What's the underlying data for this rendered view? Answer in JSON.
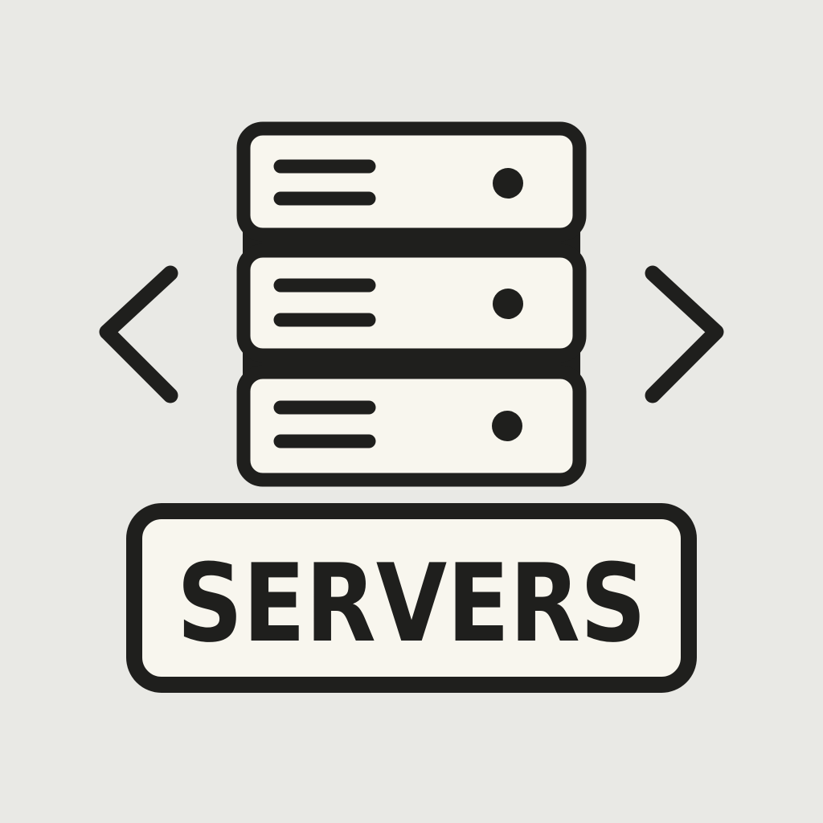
{
  "label": {
    "text": "SERVERS"
  },
  "icons": {
    "server_stack": "server-stack-icon",
    "prev": "chevron-left-icon",
    "next": "chevron-right-icon"
  },
  "server_units": [
    {
      "id": "server-unit-1"
    },
    {
      "id": "server-unit-2"
    },
    {
      "id": "server-unit-3"
    }
  ],
  "colors": {
    "background": "#e9e9e5",
    "ink": "#1f1f1d",
    "panel": "#f8f6ee"
  }
}
